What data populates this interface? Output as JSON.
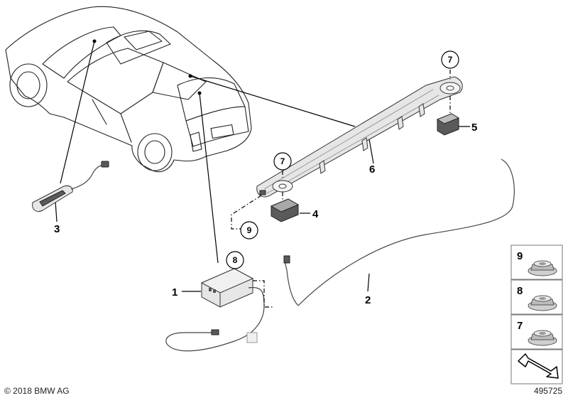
{
  "callouts": {
    "c1": "1",
    "c2": "2",
    "c3": "3",
    "c4": "4",
    "c5": "5",
    "c6": "6",
    "c7a": "7",
    "c7b": "7",
    "c8": "8",
    "c9": "9"
  },
  "legend": {
    "items": [
      {
        "number": "9",
        "icon": "flange-nut-icon"
      },
      {
        "number": "8",
        "icon": "flange-nut-icon"
      },
      {
        "number": "7",
        "icon": "flange-nut-icon"
      }
    ],
    "arrow_icon": "assembly-arrow-icon"
  },
  "footer": {
    "copyright": "© 2018 BMW AG",
    "diagram_number": "495725"
  },
  "colors": {
    "line": "#222222",
    "part_fill": "#e6e6e6",
    "part_dark": "#5a5a5a"
  }
}
